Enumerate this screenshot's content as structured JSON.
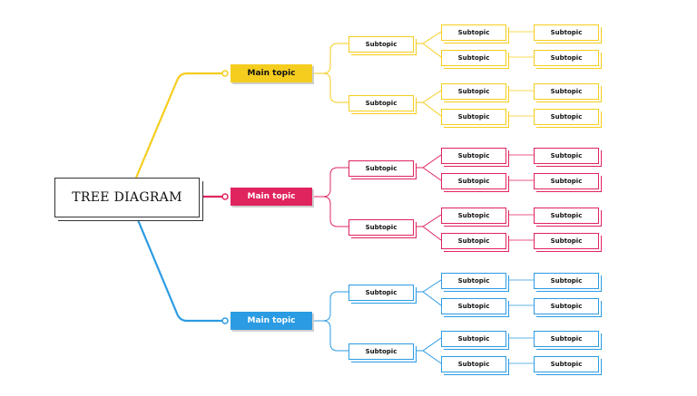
{
  "title": "TREE DIAGRAM",
  "branches": [
    {
      "label": "Main topic",
      "color": "#f5cd1e",
      "text_color": "#111111",
      "subtopics": [
        {
          "label": "Subtopic",
          "children": [
            {
              "label": "Subtopic",
              "leaf": "Subtopic"
            },
            {
              "label": "Subtopic",
              "leaf": "Subtopic"
            }
          ]
        },
        {
          "label": "Subtopic",
          "children": [
            {
              "label": "Subtopic",
              "leaf": "Subtopic"
            },
            {
              "label": "Subtopic",
              "leaf": "Subtopic"
            }
          ]
        }
      ]
    },
    {
      "label": "Main topic",
      "color": "#e0245e",
      "text_color": "#ffffff",
      "subtopics": [
        {
          "label": "Subtopic",
          "children": [
            {
              "label": "Subtopic",
              "leaf": "Subtopic"
            },
            {
              "label": "Subtopic",
              "leaf": "Subtopic"
            }
          ]
        },
        {
          "label": "Subtopic",
          "children": [
            {
              "label": "Subtopic",
              "leaf": "Subtopic"
            },
            {
              "label": "Subtopic",
              "leaf": "Subtopic"
            }
          ]
        }
      ]
    },
    {
      "label": "Main topic",
      "color": "#2b9be3",
      "text_color": "#ffffff",
      "subtopics": [
        {
          "label": "Subtopic",
          "children": [
            {
              "label": "Subtopic",
              "leaf": "Subtopic"
            },
            {
              "label": "Subtopic",
              "leaf": "Subtopic"
            }
          ]
        },
        {
          "label": "Subtopic",
          "children": [
            {
              "label": "Subtopic",
              "leaf": "Subtopic"
            },
            {
              "label": "Subtopic",
              "leaf": "Subtopic"
            }
          ]
        }
      ]
    }
  ]
}
